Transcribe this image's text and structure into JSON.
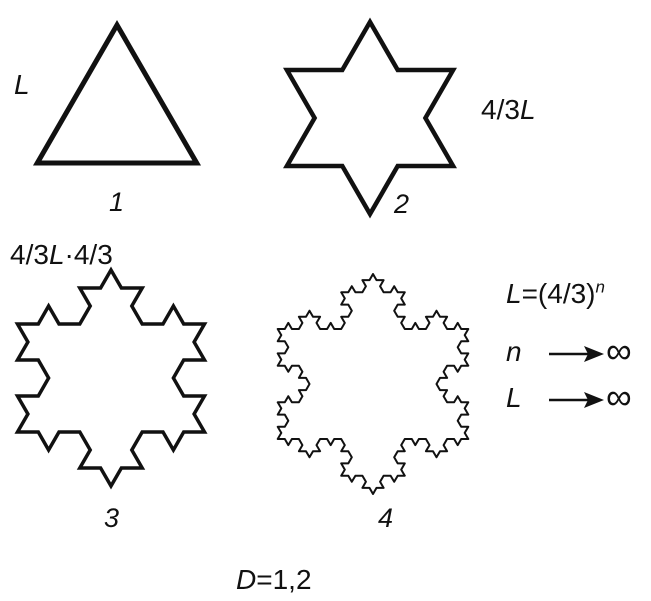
{
  "labels": {
    "side_L": "L",
    "fig1": "1",
    "fig2": "2",
    "fig3": "3",
    "fig4": "4",
    "side_43L": "4/3",
    "side_43L_L": "L",
    "side_43L_43_a": "4/3",
    "side_43L_43_b": "L",
    "side_43L_43_c": "·4/3",
    "formula_L": "L",
    "formula_eq": "=(4/3)",
    "formula_exp": "n",
    "limit_n": "n",
    "limit_L": "L",
    "infinity": "∞",
    "dimension_D": "D",
    "dimension_val": "=1,2"
  },
  "colors": {
    "stroke": "#111111"
  }
}
